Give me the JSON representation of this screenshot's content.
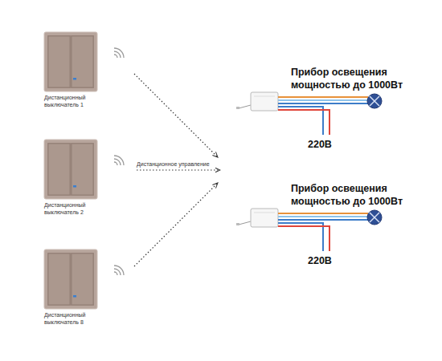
{
  "diagram": {
    "nodes": [
      {
        "text": [
          "Дистанционный выключатель 1"
        ]
      },
      {
        "text": [
          "Дистанционный выключатель 2"
        ]
      },
      {
        "text": [
          "Дистанционный выключатель 8"
        ]
      }
    ],
    "labels": [
      "Дистанционное управление",
      "Прибор освещения мощностью до 1000Вт",
      "220В",
      "Прибор освещения мощностью до 1000Вт",
      "220В"
    ]
  }
}
